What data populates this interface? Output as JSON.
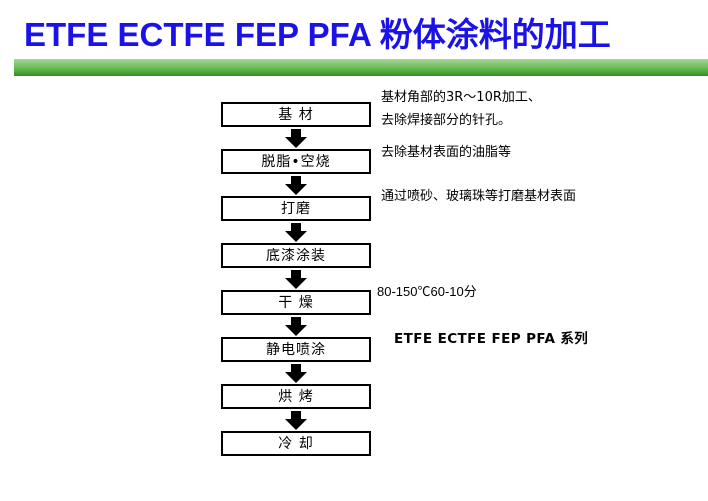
{
  "header": {
    "title_latin": "ETFE ECTFE FEP PFA ",
    "title_cjk": "粉体涂料的加工",
    "title_color": "#1a12e8",
    "rule_color_top": "#a6d69a",
    "rule_color_bottom": "#2f8e1f"
  },
  "flow": {
    "nodes": [
      {
        "label": "基 材"
      },
      {
        "label": "脱脂•空烧"
      },
      {
        "label": "打磨"
      },
      {
        "label": "底漆涂装"
      },
      {
        "label": "干 燥"
      },
      {
        "label": "静电喷涂"
      },
      {
        "label": "烘 烤"
      },
      {
        "label": "冷 却"
      }
    ],
    "box_border_color": "#000000",
    "arrow_color": "#000000"
  },
  "notes": {
    "substrate_line1": "基材角部的3R～10R加工、",
    "substrate_line2": "去除焊接部分的针孔。",
    "degrease": "去除基材表面的油脂等",
    "grinding": "通过喷砂、玻璃珠等打磨基材表面",
    "drying": "80-150℃60-10分",
    "powder_series": "ETFE ECTFE FEP PFA  系列"
  }
}
